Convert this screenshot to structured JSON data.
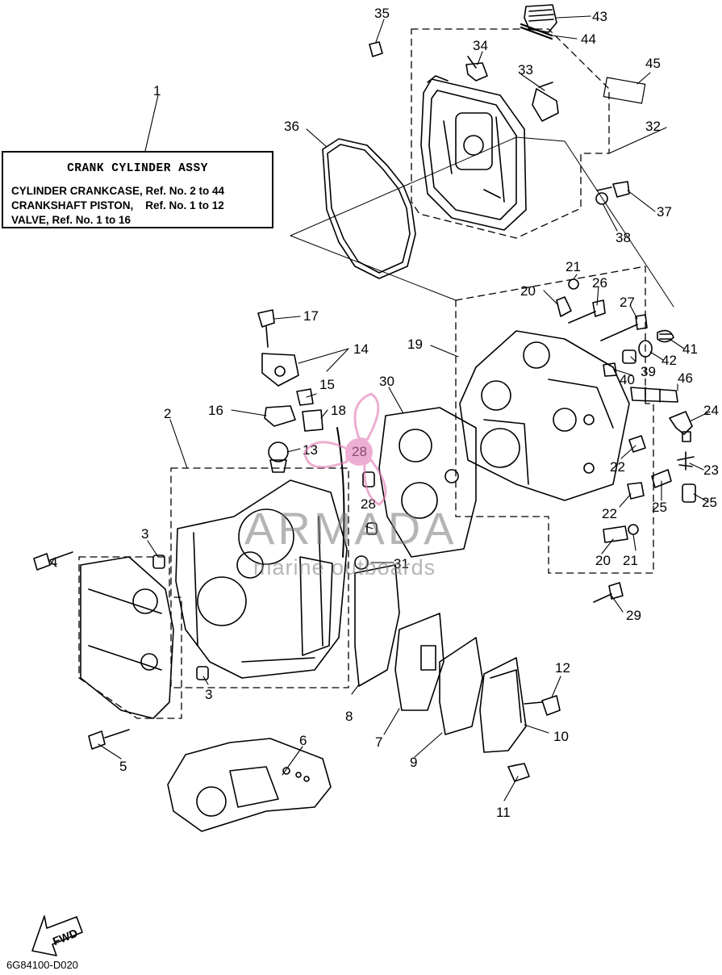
{
  "info_box": {
    "title": "CRANK CYLINDER ASSY",
    "lines": [
      "CYLINDER CRANKCASE, Ref. No. 2 to 44",
      "CRANKSHAFT PISTON,    Ref. No. 1 to 12",
      "VALVE, Ref. No. 1 to 16"
    ]
  },
  "watermark": {
    "main": "ARMADA",
    "sub": "marine outboards",
    "accent_color": "#e07ab5"
  },
  "direction_marker": "FWD",
  "drawing_code": "6G84100-D020",
  "callouts": [
    "1",
    "2",
    "3",
    "3",
    "4",
    "5",
    "6",
    "7",
    "8",
    "9",
    "10",
    "11",
    "12",
    "13",
    "14",
    "15",
    "16",
    "17",
    "18",
    "19",
    "20",
    "20",
    "21",
    "21",
    "22",
    "22",
    "23",
    "24",
    "25",
    "25",
    "26",
    "27",
    "28",
    "28",
    "29",
    "30",
    "31",
    "32",
    "33",
    "34",
    "35",
    "36",
    "37",
    "38",
    "39",
    "40",
    "41",
    "42",
    "43",
    "44",
    "45",
    "46"
  ]
}
